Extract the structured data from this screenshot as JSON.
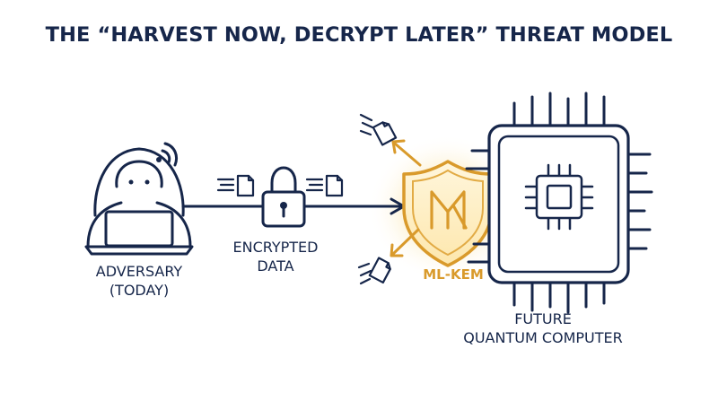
{
  "title": "THE “HARVEST NOW, DECRYPT LATER” THREAT MODEL",
  "nodes": {
    "adversary": {
      "line1": "ADVERSARY",
      "line2": "(TODAY)",
      "icon": "hooded-hacker-icon"
    },
    "data": {
      "line1": "ENCRYPTED",
      "line2": "DATA",
      "icon": "padlock-icon"
    },
    "mlkem": {
      "label": "ML-KEM",
      "icon": "shield-icon"
    },
    "quantum": {
      "line1": "FUTURE",
      "line2": "QUANTUM COMPUTER",
      "icon": "quantum-chip-icon"
    }
  },
  "colors": {
    "navy": "#16264a",
    "gold": "#d99a2b",
    "glow": "#fbdc8e"
  }
}
